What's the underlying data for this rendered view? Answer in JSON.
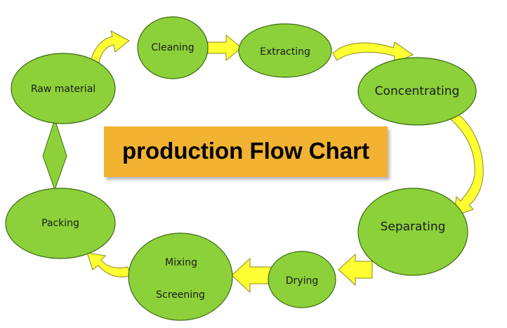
{
  "title": "production Flow Chart",
  "nodes": [
    {
      "id": "raw-material",
      "label": "Raw material"
    },
    {
      "id": "cleaning",
      "label": "Cleaning"
    },
    {
      "id": "extracting",
      "label": "Extracting"
    },
    {
      "id": "concentrating",
      "label": "Concentrating"
    },
    {
      "id": "separating",
      "label": "Separating"
    },
    {
      "id": "drying",
      "label": "Drying"
    },
    {
      "id": "mixing-screening",
      "label_line1": "Mixing",
      "label_line2": "Screening"
    },
    {
      "id": "packing",
      "label": "Packing"
    }
  ],
  "colors": {
    "node_fill": "#8cd13a",
    "node_stroke": "#3a6b10",
    "arrow_fill": "#ffff33",
    "arrow_stroke": "#8a8a20",
    "title_bg": "#f2b233",
    "connector_fill": "#8cd13a"
  }
}
